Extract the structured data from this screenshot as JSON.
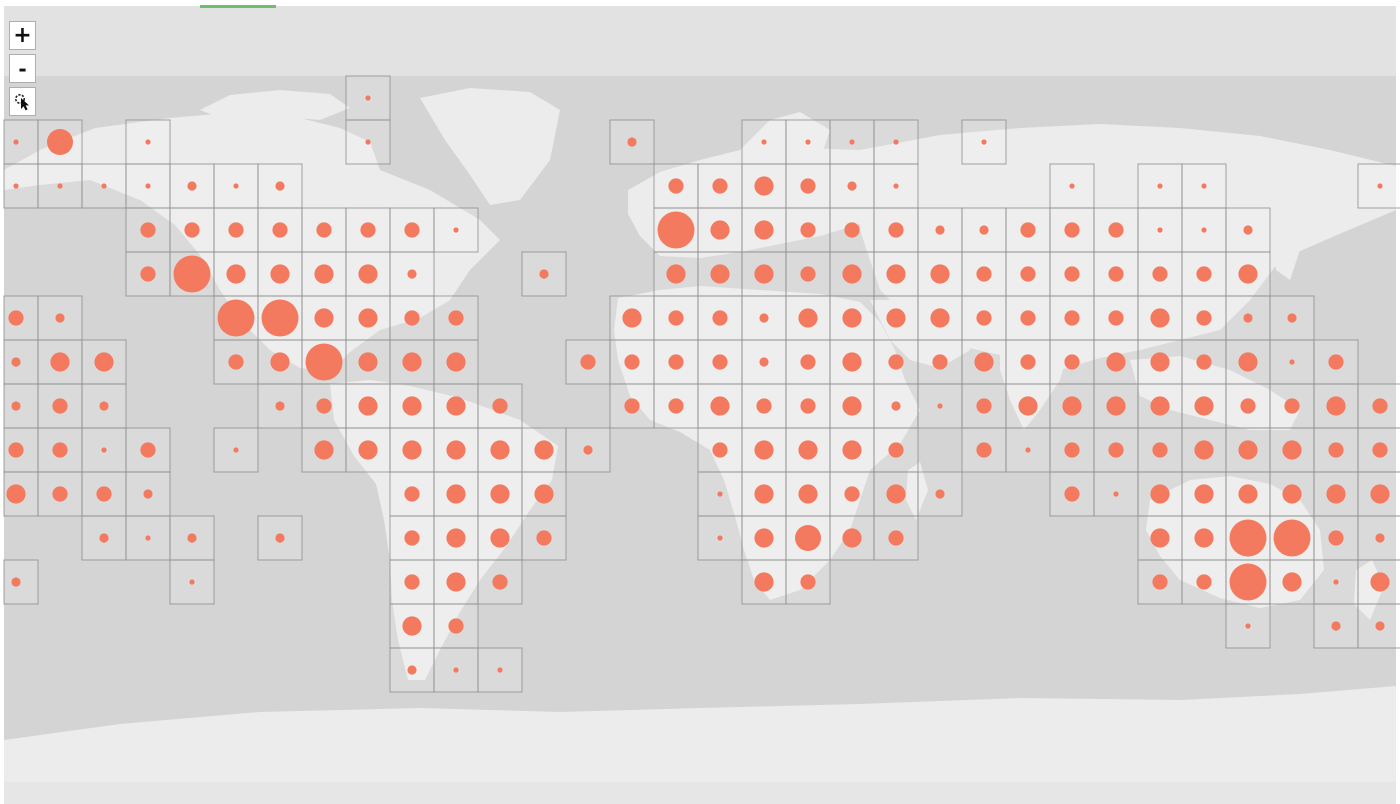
{
  "controls": {
    "zoom_in_label": "+",
    "zoom_out_label": "-"
  },
  "icons": {
    "zoom_in": "plus-icon",
    "zoom_out": "minus-icon",
    "select": "pointer-select-icon"
  },
  "colors": {
    "bubble": "#f47a5f",
    "ocean": "#d4d4d4",
    "land": "#ececec",
    "grid_cell_fill": "rgba(255,255,255,0.14)",
    "grid_cell_stroke": "#8c8c8c",
    "top_band": "#e2e2e2",
    "bottom_band": "#e6e6e6",
    "active_tab_line": "#6cbf6c"
  },
  "grid": {
    "rows": [
      {
        "row": 0,
        "cells": [
          [
            8,
            1
          ]
        ]
      },
      {
        "row": 1,
        "cells": [
          [
            0,
            1
          ],
          [
            1,
            5
          ],
          [
            3,
            1
          ],
          [
            8,
            1
          ],
          [
            14,
            2
          ],
          [
            17,
            1
          ],
          [
            18,
            1
          ],
          [
            19,
            1
          ],
          [
            20,
            1
          ],
          [
            22,
            1
          ]
        ]
      },
      {
        "row": 2,
        "cells": [
          [
            0,
            1
          ],
          [
            1,
            1
          ],
          [
            2,
            1
          ],
          [
            3,
            1
          ],
          [
            4,
            2
          ],
          [
            5,
            1
          ],
          [
            6,
            2
          ],
          [
            15,
            3
          ],
          [
            16,
            3
          ],
          [
            17,
            4
          ],
          [
            18,
            3
          ],
          [
            19,
            2
          ],
          [
            20,
            1
          ],
          [
            24,
            1
          ],
          [
            26,
            1
          ],
          [
            27,
            1
          ],
          [
            31,
            1
          ]
        ]
      },
      {
        "row": 3,
        "cells": [
          [
            3,
            3
          ],
          [
            4,
            3
          ],
          [
            5,
            3
          ],
          [
            6,
            3
          ],
          [
            7,
            3
          ],
          [
            8,
            3
          ],
          [
            9,
            3
          ],
          [
            10,
            1
          ],
          [
            15,
            7
          ],
          [
            16,
            4
          ],
          [
            17,
            4
          ],
          [
            18,
            3
          ],
          [
            19,
            3
          ],
          [
            20,
            3
          ],
          [
            21,
            2
          ],
          [
            22,
            2
          ],
          [
            23,
            3
          ],
          [
            24,
            3
          ],
          [
            25,
            3
          ],
          [
            26,
            1
          ],
          [
            27,
            1
          ],
          [
            28,
            2
          ]
        ]
      },
      {
        "row": 4,
        "cells": [
          [
            3,
            3
          ],
          [
            4,
            7
          ],
          [
            5,
            4
          ],
          [
            6,
            4
          ],
          [
            7,
            4
          ],
          [
            8,
            4
          ],
          [
            9,
            2
          ],
          [
            12,
            2
          ],
          [
            15,
            4
          ],
          [
            16,
            4
          ],
          [
            17,
            4
          ],
          [
            18,
            3
          ],
          [
            19,
            4
          ],
          [
            20,
            4
          ],
          [
            21,
            4
          ],
          [
            22,
            3
          ],
          [
            23,
            3
          ],
          [
            24,
            3
          ],
          [
            25,
            3
          ],
          [
            26,
            3
          ],
          [
            27,
            3
          ],
          [
            28,
            4
          ]
        ]
      },
      {
        "row": 5,
        "cells": [
          [
            0,
            3
          ],
          [
            1,
            2
          ],
          [
            5,
            7
          ],
          [
            6,
            7
          ],
          [
            7,
            4
          ],
          [
            8,
            4
          ],
          [
            9,
            3
          ],
          [
            10,
            3
          ],
          [
            14,
            4
          ],
          [
            15,
            3
          ],
          [
            16,
            3
          ],
          [
            17,
            2
          ],
          [
            18,
            4
          ],
          [
            19,
            4
          ],
          [
            20,
            4
          ],
          [
            21,
            4
          ],
          [
            22,
            3
          ],
          [
            23,
            3
          ],
          [
            24,
            3
          ],
          [
            25,
            3
          ],
          [
            26,
            4
          ],
          [
            27,
            3
          ],
          [
            28,
            2
          ],
          [
            29,
            2
          ]
        ]
      },
      {
        "row": 6,
        "cells": [
          [
            0,
            2
          ],
          [
            1,
            4
          ],
          [
            2,
            4
          ],
          [
            5,
            3
          ],
          [
            6,
            4
          ],
          [
            7,
            7
          ],
          [
            8,
            4
          ],
          [
            9,
            4
          ],
          [
            10,
            4
          ],
          [
            13,
            3
          ],
          [
            14,
            3
          ],
          [
            15,
            3
          ],
          [
            16,
            3
          ],
          [
            17,
            2
          ],
          [
            18,
            3
          ],
          [
            19,
            4
          ],
          [
            20,
            3
          ],
          [
            21,
            3
          ],
          [
            22,
            4
          ],
          [
            23,
            3
          ],
          [
            24,
            3
          ],
          [
            25,
            4
          ],
          [
            26,
            4
          ],
          [
            27,
            3
          ],
          [
            28,
            4
          ],
          [
            29,
            1
          ],
          [
            30,
            3
          ]
        ]
      },
      {
        "row": 7,
        "cells": [
          [
            0,
            2
          ],
          [
            1,
            3
          ],
          [
            2,
            2
          ],
          [
            6,
            2
          ],
          [
            7,
            3
          ],
          [
            8,
            4
          ],
          [
            9,
            4
          ],
          [
            10,
            4
          ],
          [
            11,
            3
          ],
          [
            14,
            3
          ],
          [
            15,
            3
          ],
          [
            16,
            4
          ],
          [
            17,
            3
          ],
          [
            18,
            3
          ],
          [
            19,
            4
          ],
          [
            20,
            2
          ],
          [
            21,
            1
          ],
          [
            22,
            3
          ],
          [
            23,
            4
          ],
          [
            24,
            4
          ],
          [
            25,
            4
          ],
          [
            26,
            4
          ],
          [
            27,
            4
          ],
          [
            28,
            3
          ],
          [
            29,
            3
          ],
          [
            30,
            4
          ],
          [
            31,
            3
          ]
        ]
      },
      {
        "row": 8,
        "cells": [
          [
            0,
            3
          ],
          [
            1,
            3
          ],
          [
            2,
            1
          ],
          [
            3,
            3
          ],
          [
            5,
            1
          ],
          [
            7,
            4
          ],
          [
            8,
            4
          ],
          [
            9,
            4
          ],
          [
            10,
            4
          ],
          [
            11,
            4
          ],
          [
            12,
            4
          ],
          [
            13,
            2
          ],
          [
            16,
            3
          ],
          [
            17,
            4
          ],
          [
            18,
            4
          ],
          [
            19,
            4
          ],
          [
            20,
            3
          ],
          [
            22,
            3
          ],
          [
            23,
            1
          ],
          [
            24,
            3
          ],
          [
            25,
            3
          ],
          [
            26,
            3
          ],
          [
            27,
            4
          ],
          [
            28,
            4
          ],
          [
            29,
            4
          ],
          [
            30,
            3
          ],
          [
            31,
            3
          ]
        ]
      },
      {
        "row": 9,
        "cells": [
          [
            0,
            4
          ],
          [
            1,
            3
          ],
          [
            2,
            3
          ],
          [
            3,
            2
          ],
          [
            9,
            3
          ],
          [
            10,
            4
          ],
          [
            11,
            4
          ],
          [
            12,
            4
          ],
          [
            16,
            1
          ],
          [
            17,
            4
          ],
          [
            18,
            4
          ],
          [
            19,
            3
          ],
          [
            20,
            4
          ],
          [
            21,
            2
          ],
          [
            24,
            3
          ],
          [
            25,
            1
          ],
          [
            26,
            4
          ],
          [
            27,
            4
          ],
          [
            28,
            4
          ],
          [
            29,
            4
          ],
          [
            30,
            4
          ],
          [
            31,
            4
          ]
        ]
      },
      {
        "row": 10,
        "cells": [
          [
            2,
            2
          ],
          [
            3,
            1
          ],
          [
            4,
            2
          ],
          [
            6,
            2
          ],
          [
            9,
            3
          ],
          [
            10,
            4
          ],
          [
            11,
            4
          ],
          [
            12,
            3
          ],
          [
            16,
            1
          ],
          [
            17,
            4
          ],
          [
            18,
            5
          ],
          [
            19,
            4
          ],
          [
            20,
            3
          ],
          [
            26,
            4
          ],
          [
            27,
            4
          ],
          [
            28,
            7
          ],
          [
            29,
            7
          ],
          [
            30,
            3
          ],
          [
            31,
            2
          ]
        ]
      },
      {
        "row": 11,
        "cells": [
          [
            0,
            2
          ],
          [
            4,
            1
          ],
          [
            9,
            3
          ],
          [
            10,
            4
          ],
          [
            11,
            3
          ],
          [
            17,
            4
          ],
          [
            18,
            3
          ],
          [
            26,
            3
          ],
          [
            27,
            3
          ],
          [
            28,
            7
          ],
          [
            29,
            4
          ],
          [
            30,
            1
          ],
          [
            31,
            4
          ]
        ]
      },
      {
        "row": 12,
        "cells": [
          [
            9,
            4
          ],
          [
            10,
            3
          ],
          [
            28,
            1
          ],
          [
            30,
            2
          ],
          [
            31,
            2
          ]
        ]
      },
      {
        "row": 13,
        "cells": [
          [
            9,
            2
          ],
          [
            10,
            1
          ],
          [
            11,
            1
          ]
        ]
      }
    ]
  }
}
